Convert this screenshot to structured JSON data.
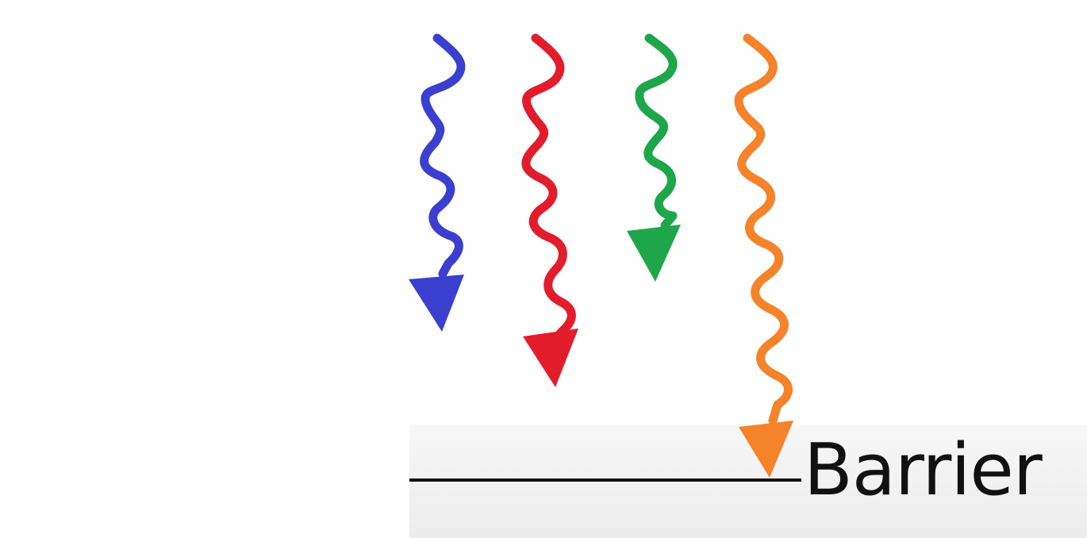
{
  "diagram": {
    "barrier_label": "Barrier",
    "rays": [
      {
        "name": "blue-ray",
        "color": "#3b3fd0"
      },
      {
        "name": "red-ray",
        "color": "#e31c2c"
      },
      {
        "name": "green-ray",
        "color": "#1ea64a"
      },
      {
        "name": "orange-ray",
        "color": "#f5832a"
      }
    ],
    "barrier_color": "#111111"
  }
}
